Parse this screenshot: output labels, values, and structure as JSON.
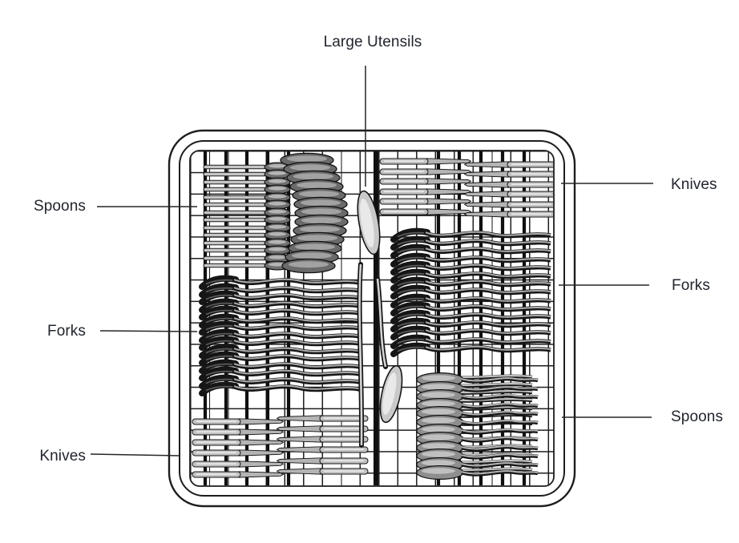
{
  "diagram": {
    "type": "dishwasher-silverware-basket-loading",
    "labels": {
      "large_utensils": "Large Utensils",
      "spoons_top_left": "Spoons",
      "forks_mid_left": "Forks",
      "knives_bottom_left": "Knives",
      "knives_top_right": "Knives",
      "forks_mid_right": "Forks",
      "spoons_bottom_right": "Spoons"
    }
  },
  "colors": {
    "background": "#ffffff",
    "label_text": "#21252d",
    "line_art": "#1d1d1b",
    "cutlery_light": "#c2c2c2",
    "cutlery_mid": "#8e8e8e",
    "cutlery_dark": "#1f1f1f"
  }
}
